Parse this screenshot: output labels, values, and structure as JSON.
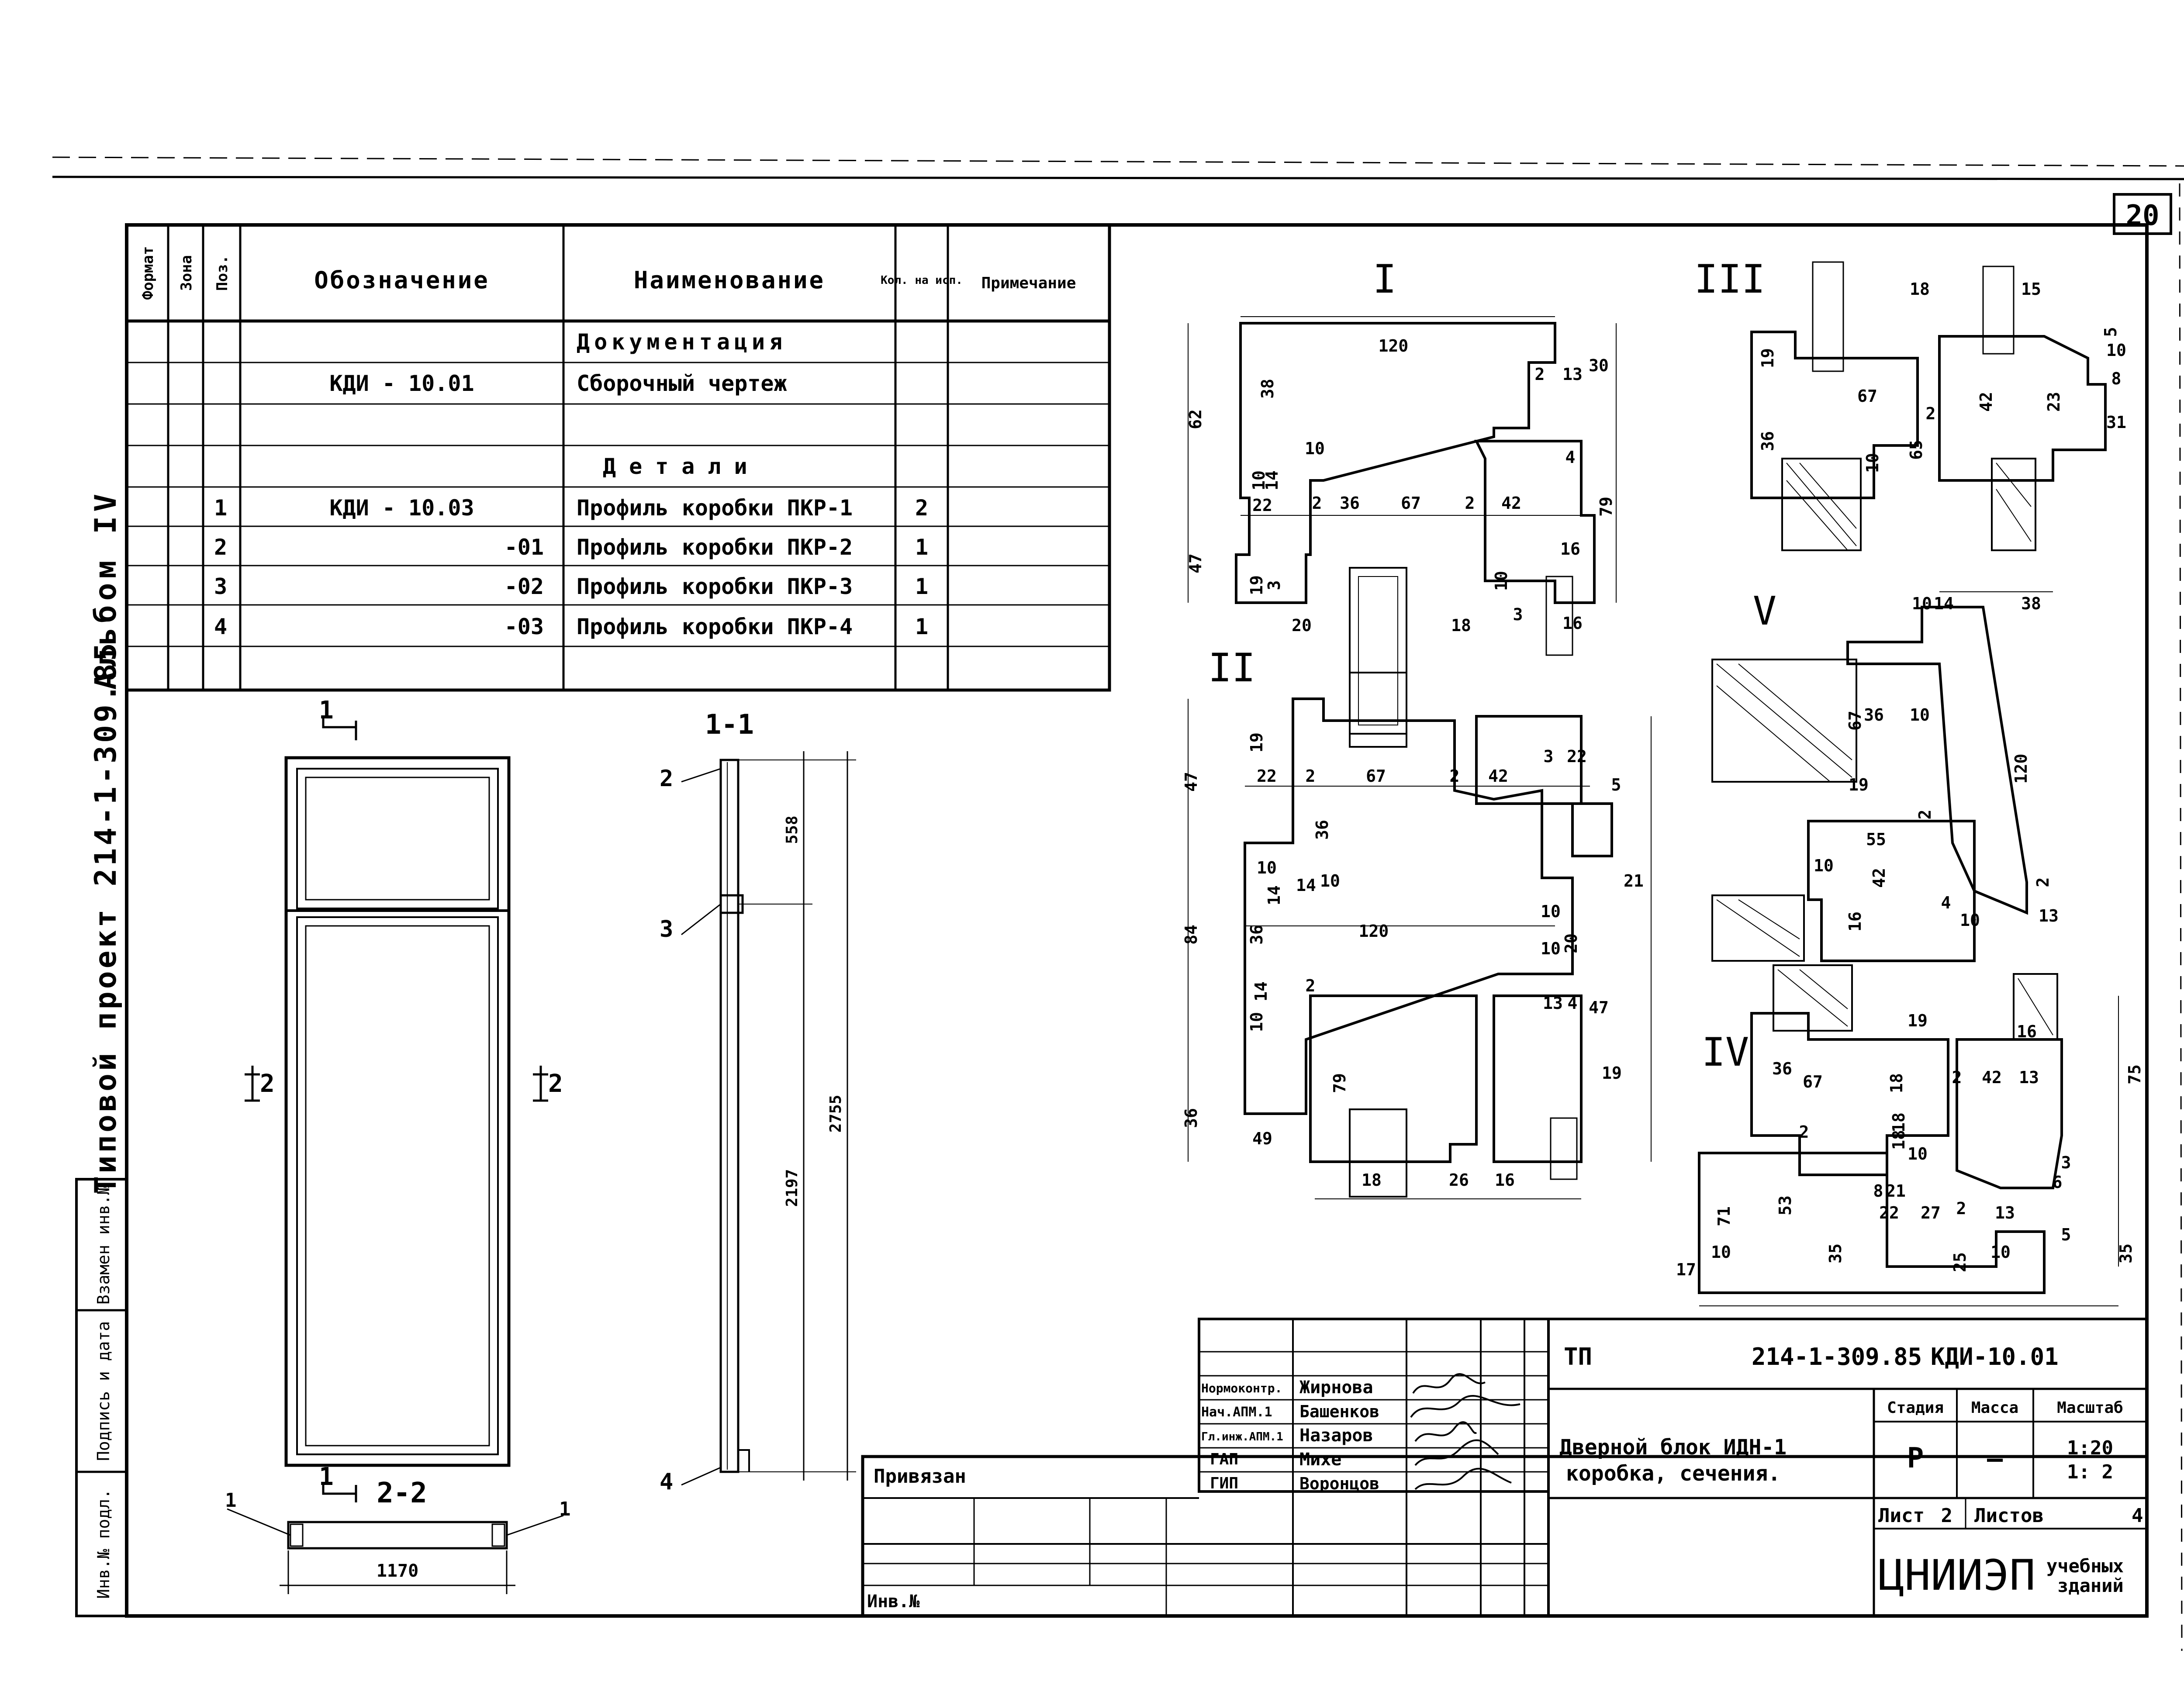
{
  "sheet_number": "20",
  "left_margin": {
    "album": "Альбом IV",
    "project": "Типовой проект 214-1-309.85",
    "cells": [
      "Взамен инв.№",
      "Подпись и дата",
      "Инв.№ подл."
    ]
  },
  "spec_table": {
    "headers": {
      "format": "Формат",
      "zone": "Зона",
      "pos": "Поз.",
      "designation": "Обозначение",
      "name": "Наименование",
      "qty": "Кол. на исп.",
      "note": "Примечание"
    },
    "rows": [
      {
        "pos": "",
        "designation": "",
        "name": "Документация",
        "qty": ""
      },
      {
        "pos": "",
        "designation": "КДИ - 10.01",
        "name": "Сборочный чертеж",
        "qty": ""
      },
      {
        "pos": "",
        "designation": "",
        "name": "",
        "qty": ""
      },
      {
        "pos": "",
        "designation": "",
        "name": "Детали",
        "qty": ""
      },
      {
        "pos": "1",
        "designation": "КДИ - 10.03",
        "name": "Профиль коробки ПКР-1",
        "qty": "2"
      },
      {
        "pos": "2",
        "designation": "-01",
        "name": "Профиль коробки ПКР-2",
        "qty": "1"
      },
      {
        "pos": "3",
        "designation": "-02",
        "name": "Профиль коробки ПКР-3",
        "qty": "1"
      },
      {
        "pos": "4",
        "designation": "-03",
        "name": "Профиль коробки ПКР-4",
        "qty": "1"
      },
      {
        "pos": "",
        "designation": "",
        "name": "",
        "qty": ""
      }
    ]
  },
  "door_view": {
    "cut_top": "1",
    "cut_bottom": "1",
    "cut_left": "2",
    "cut_right": "2",
    "section_title": "2-2",
    "width_dim": "1170",
    "callout_left": "1",
    "callout_right": "1"
  },
  "section_11": {
    "title": "1-1",
    "dims": [
      "558",
      "2197",
      "2755"
    ],
    "callouts": [
      "2",
      "3",
      "4"
    ]
  },
  "details": {
    "labels": [
      "I",
      "II",
      "III",
      "IV",
      "V"
    ],
    "dims_I": [
      "120",
      "30",
      "62",
      "38",
      "2",
      "13",
      "10",
      "14",
      "10",
      "4",
      "22",
      "2",
      "36",
      "67",
      "2",
      "42",
      "79",
      "47",
      "16",
      "19",
      "3",
      "10",
      "20",
      "18",
      "3",
      "16"
    ],
    "dims_II": [
      "19",
      "47",
      "22",
      "2",
      "67",
      "2",
      "42",
      "3",
      "22",
      "5",
      "36",
      "14",
      "10",
      "14",
      "10",
      "21",
      "84",
      "36",
      "120",
      "10",
      "20",
      "10",
      "14",
      "10",
      "2",
      "13",
      "4",
      "47",
      "36",
      "79",
      "19",
      "49",
      "18",
      "26",
      "16"
    ],
    "dims_III": [
      "18",
      "15",
      "19",
      "67",
      "42",
      "23",
      "5",
      "10",
      "8",
      "31",
      "2",
      "36",
      "65",
      "10"
    ],
    "dims_IV": [
      "19",
      "16",
      "36",
      "67",
      "18",
      "2",
      "42",
      "13",
      "75",
      "2",
      "18",
      "18",
      "10",
      "53",
      "71",
      "21",
      "8",
      "22",
      "27",
      "2",
      "13",
      "3",
      "6",
      "5",
      "17",
      "10",
      "35",
      "25",
      "10",
      "35"
    ],
    "dims_V": [
      "10",
      "14",
      "38",
      "67",
      "36",
      "10",
      "120",
      "19",
      "2",
      "55",
      "10",
      "42",
      "16",
      "4",
      "10",
      "2",
      "13"
    ]
  },
  "title_block": {
    "roles": [
      "Нормоконтр.",
      "Нач.АПМ.1",
      "Гл.инж.АПМ.1",
      "ГАП",
      "ГИП"
    ],
    "names": [
      "Жирнова",
      "Башенков",
      "Назаров",
      "Михе",
      "Воронцов"
    ],
    "privyazan": "Привязан",
    "inv": "Инв.№",
    "tp": "ТП",
    "code": "214-1-309.85",
    "doc_code": "КДИ-10.01",
    "title_line1": "Дверной блок ИДН-1",
    "title_line2": "коробка, сечения.",
    "stage_h": "Стадия",
    "mass_h": "Масса",
    "scale_h": "Масштаб",
    "stage": "Р",
    "mass": "—",
    "scale1": "1:20",
    "scale2": "1: 2",
    "sheet_label": "Лист",
    "sheet": "2",
    "sheets_label": "Листов",
    "sheets": "4",
    "org": "ЦНИИЭП",
    "org_sub1": "учебных",
    "org_sub2": "зданий"
  }
}
